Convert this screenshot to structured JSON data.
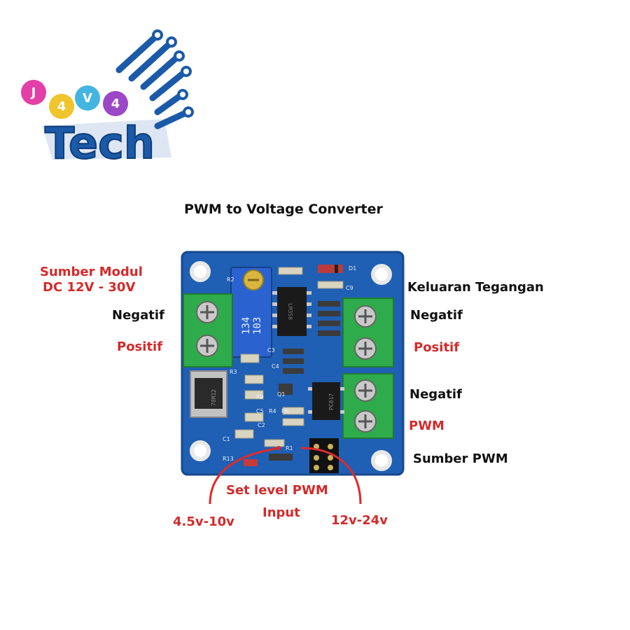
{
  "colors": {
    "label_black": "#111111",
    "label_red": "#d42a2a",
    "pcb": "#1f5fb4",
    "terminal": "#2eab4a"
  },
  "logo": {
    "bubble_letters": [
      "J",
      "4",
      "V",
      "4"
    ],
    "word": "Tech"
  },
  "title": "PWM to Voltage Converter",
  "power_input": {
    "heading_line1": "Sumber Modul",
    "heading_line2": "DC 12V - 30V",
    "negative": "Negatif",
    "positive": "Positif"
  },
  "voltage_output": {
    "heading": "Keluaran Tegangan",
    "negative": "Negatif",
    "positive": "Positif"
  },
  "pwm_input": {
    "negative": "Negatif",
    "pwm": "PWM",
    "source": "Sumber PWM"
  },
  "jumper": {
    "title_line1": "Set level PWM",
    "title_line2": "Input",
    "low_range": "4.5v-10v",
    "high_range": "12v-24v"
  },
  "silkscreen": {
    "pot_code_1": "134",
    "pot_code_2": "103",
    "chip_1": "LM358",
    "optocoupler": "PC817",
    "regulator": "78M12",
    "labels": [
      "R2",
      "D1",
      "C9",
      "C3",
      "R3",
      "C4",
      "R9",
      "Q1",
      "C5",
      "R4",
      "R6",
      "C2",
      "C1",
      "R13",
      "R1"
    ]
  }
}
